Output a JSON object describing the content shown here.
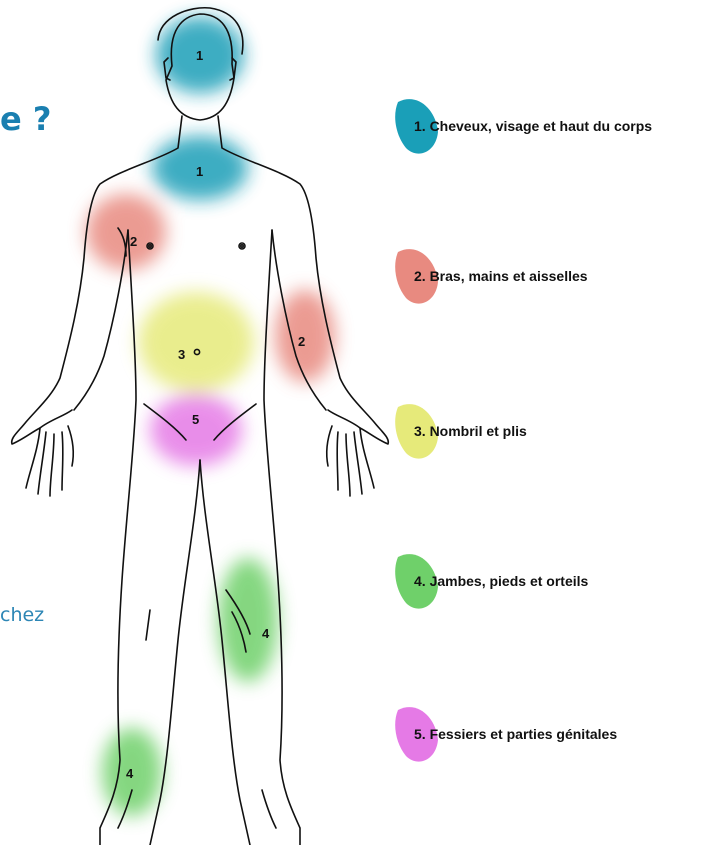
{
  "page": {
    "fragment_title_right": "e ?",
    "fragment_text_left": "chez"
  },
  "diagram": {
    "zone_labels": {
      "head": "1",
      "neck": "1",
      "left_shoulder": "2",
      "right_arm": "2",
      "belly": "3",
      "groin": "5",
      "right_knee": "4",
      "left_ankle": "4"
    }
  },
  "legend": [
    {
      "label": "1. Cheveux, visage et haut du corps",
      "color": "#1a9fb8"
    },
    {
      "label": "2. Bras, mains et aisselles",
      "color": "#e88a80"
    },
    {
      "label": "3. Nombril et plis",
      "color": "#e6ea7a"
    },
    {
      "label": "4. Jambes, pieds et orteils",
      "color": "#6fd06a"
    },
    {
      "label": "5. Fessiers et parties génitales",
      "color": "#e57ae6"
    }
  ],
  "colors": {
    "zone1": "#1a9fb8",
    "zone2": "#e88a80",
    "zone3": "#e6ea7a",
    "zone4": "#6fd06a",
    "zone5": "#e57ae6",
    "accent_text": "#1a7fb0"
  }
}
